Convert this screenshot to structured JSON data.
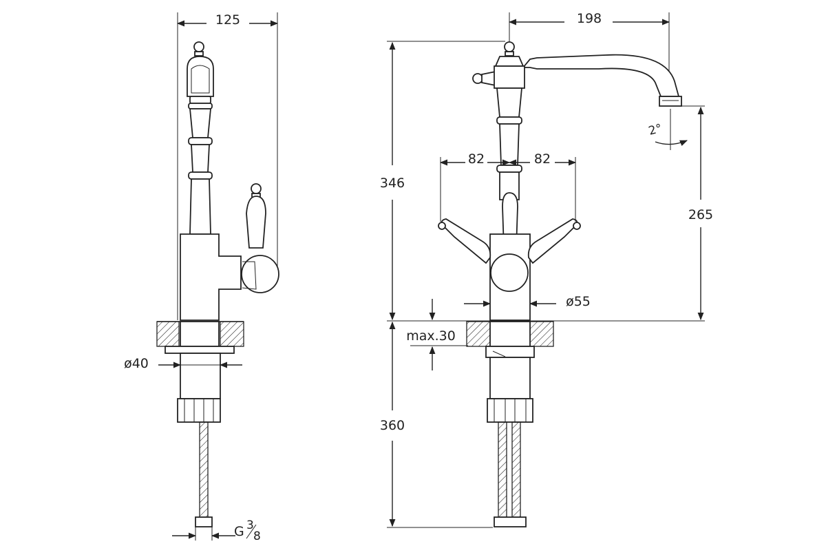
{
  "colors": {
    "line": "#222222",
    "background": "#ffffff"
  },
  "side_view": {
    "width_label": "125",
    "base_diameter_label": "ø40",
    "connection_label": "G",
    "connection_fraction_num": "3",
    "connection_fraction_den": "8"
  },
  "front_view": {
    "reach_label": "198",
    "swivel_angle_label": "2°",
    "left_handle_label": "82",
    "right_handle_label": "82",
    "total_height_label": "346",
    "spout_height_label": "265",
    "body_diameter_label": "ø55",
    "deck_thickness_label": "max.30",
    "hose_length_label": "360"
  }
}
